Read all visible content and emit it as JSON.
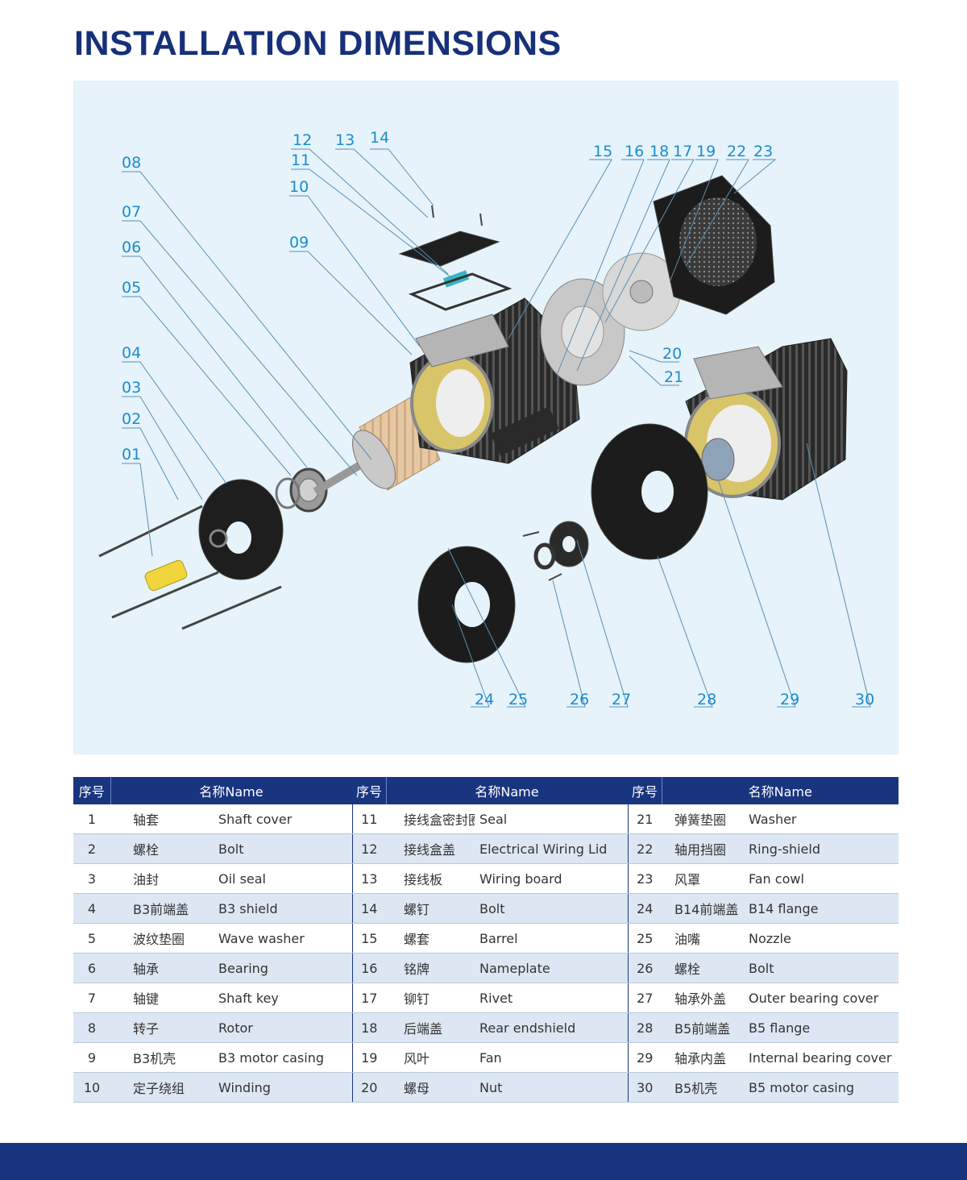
{
  "title": "INSTALLATION DIMENSIONS",
  "callouts": {
    "c01": "01",
    "c02": "02",
    "c03": "03",
    "c04": "04",
    "c05": "05",
    "c06": "06",
    "c07": "07",
    "c08": "08",
    "c09": "09",
    "c10": "10",
    "c11": "11",
    "c12": "12",
    "c13": "13",
    "c14": "14",
    "c15": "15",
    "c16": "16",
    "c17": "17",
    "c18": "18",
    "c19": "19",
    "c20": "20",
    "c21": "21",
    "c22": "22",
    "c23": "23",
    "c24": "24",
    "c25": "25",
    "c26": "26",
    "c27": "27",
    "c28": "28",
    "c29": "29",
    "c30": "30"
  },
  "table": {
    "header_no": "序号",
    "header_name": "名称Name",
    "rows": [
      {
        "n1": "1",
        "zh1": "轴套",
        "en1": "Shaft cover",
        "n2": "11",
        "zh2": "接线盒密封圈",
        "en2": "Seal",
        "n3": "21",
        "zh3": "弹簧垫圈",
        "en3": "Washer"
      },
      {
        "n1": "2",
        "zh1": "螺栓",
        "en1": "Bolt",
        "n2": "12",
        "zh2": "接线盒盖",
        "en2": "Electrical Wiring Lid",
        "n3": "22",
        "zh3": "轴用挡圈",
        "en3": "Ring-shield"
      },
      {
        "n1": "3",
        "zh1": "油封",
        "en1": "Oil seal",
        "n2": "13",
        "zh2": "接线板",
        "en2": "Wiring board",
        "n3": "23",
        "zh3": "风罩",
        "en3": "Fan cowl"
      },
      {
        "n1": "4",
        "zh1": "B3前端盖",
        "en1": "B3 shield",
        "n2": "14",
        "zh2": "螺钉",
        "en2": "Bolt",
        "n3": "24",
        "zh3": "B14前端盖",
        "en3": "B14 flange"
      },
      {
        "n1": "5",
        "zh1": "波纹垫圈",
        "en1": "Wave washer",
        "n2": "15",
        "zh2": "螺套",
        "en2": "Barrel",
        "n3": "25",
        "zh3": "油嘴",
        "en3": "Nozzle"
      },
      {
        "n1": "6",
        "zh1": "轴承",
        "en1": "Bearing",
        "n2": "16",
        "zh2": "铭牌",
        "en2": "Nameplate",
        "n3": "26",
        "zh3": "螺栓",
        "en3": "Bolt"
      },
      {
        "n1": "7",
        "zh1": "轴键",
        "en1": "Shaft key",
        "n2": "17",
        "zh2": "铆钉",
        "en2": "Rivet",
        "n3": "27",
        "zh3": "轴承外盖",
        "en3": "Outer bearing cover"
      },
      {
        "n1": "8",
        "zh1": "转子",
        "en1": "Rotor",
        "n2": "18",
        "zh2": "后端盖",
        "en2": "Rear endshield",
        "n3": "28",
        "zh3": "B5前端盖",
        "en3": "B5 flange"
      },
      {
        "n1": "9",
        "zh1": "B3机壳",
        "en1": "B3 motor casing",
        "n2": "19",
        "zh2": "风叶",
        "en2": "Fan",
        "n3": "29",
        "zh3": "轴承内盖",
        "en3": "Internal bearing cover"
      },
      {
        "n1": "10",
        "zh1": "定子绕组",
        "en1": "Winding",
        "n2": "20",
        "zh2": "螺母",
        "en2": "Nut",
        "n3": "30",
        "zh3": "B5机壳",
        "en3": "B5 motor casing"
      }
    ]
  },
  "colors": {
    "title": "#16307a",
    "diagram_bg": "#e6f3fb",
    "callout": "#1b8ccc",
    "header_bg": "#1a3580",
    "row_alt": "#dde7f3",
    "footer": "#1a3580"
  }
}
